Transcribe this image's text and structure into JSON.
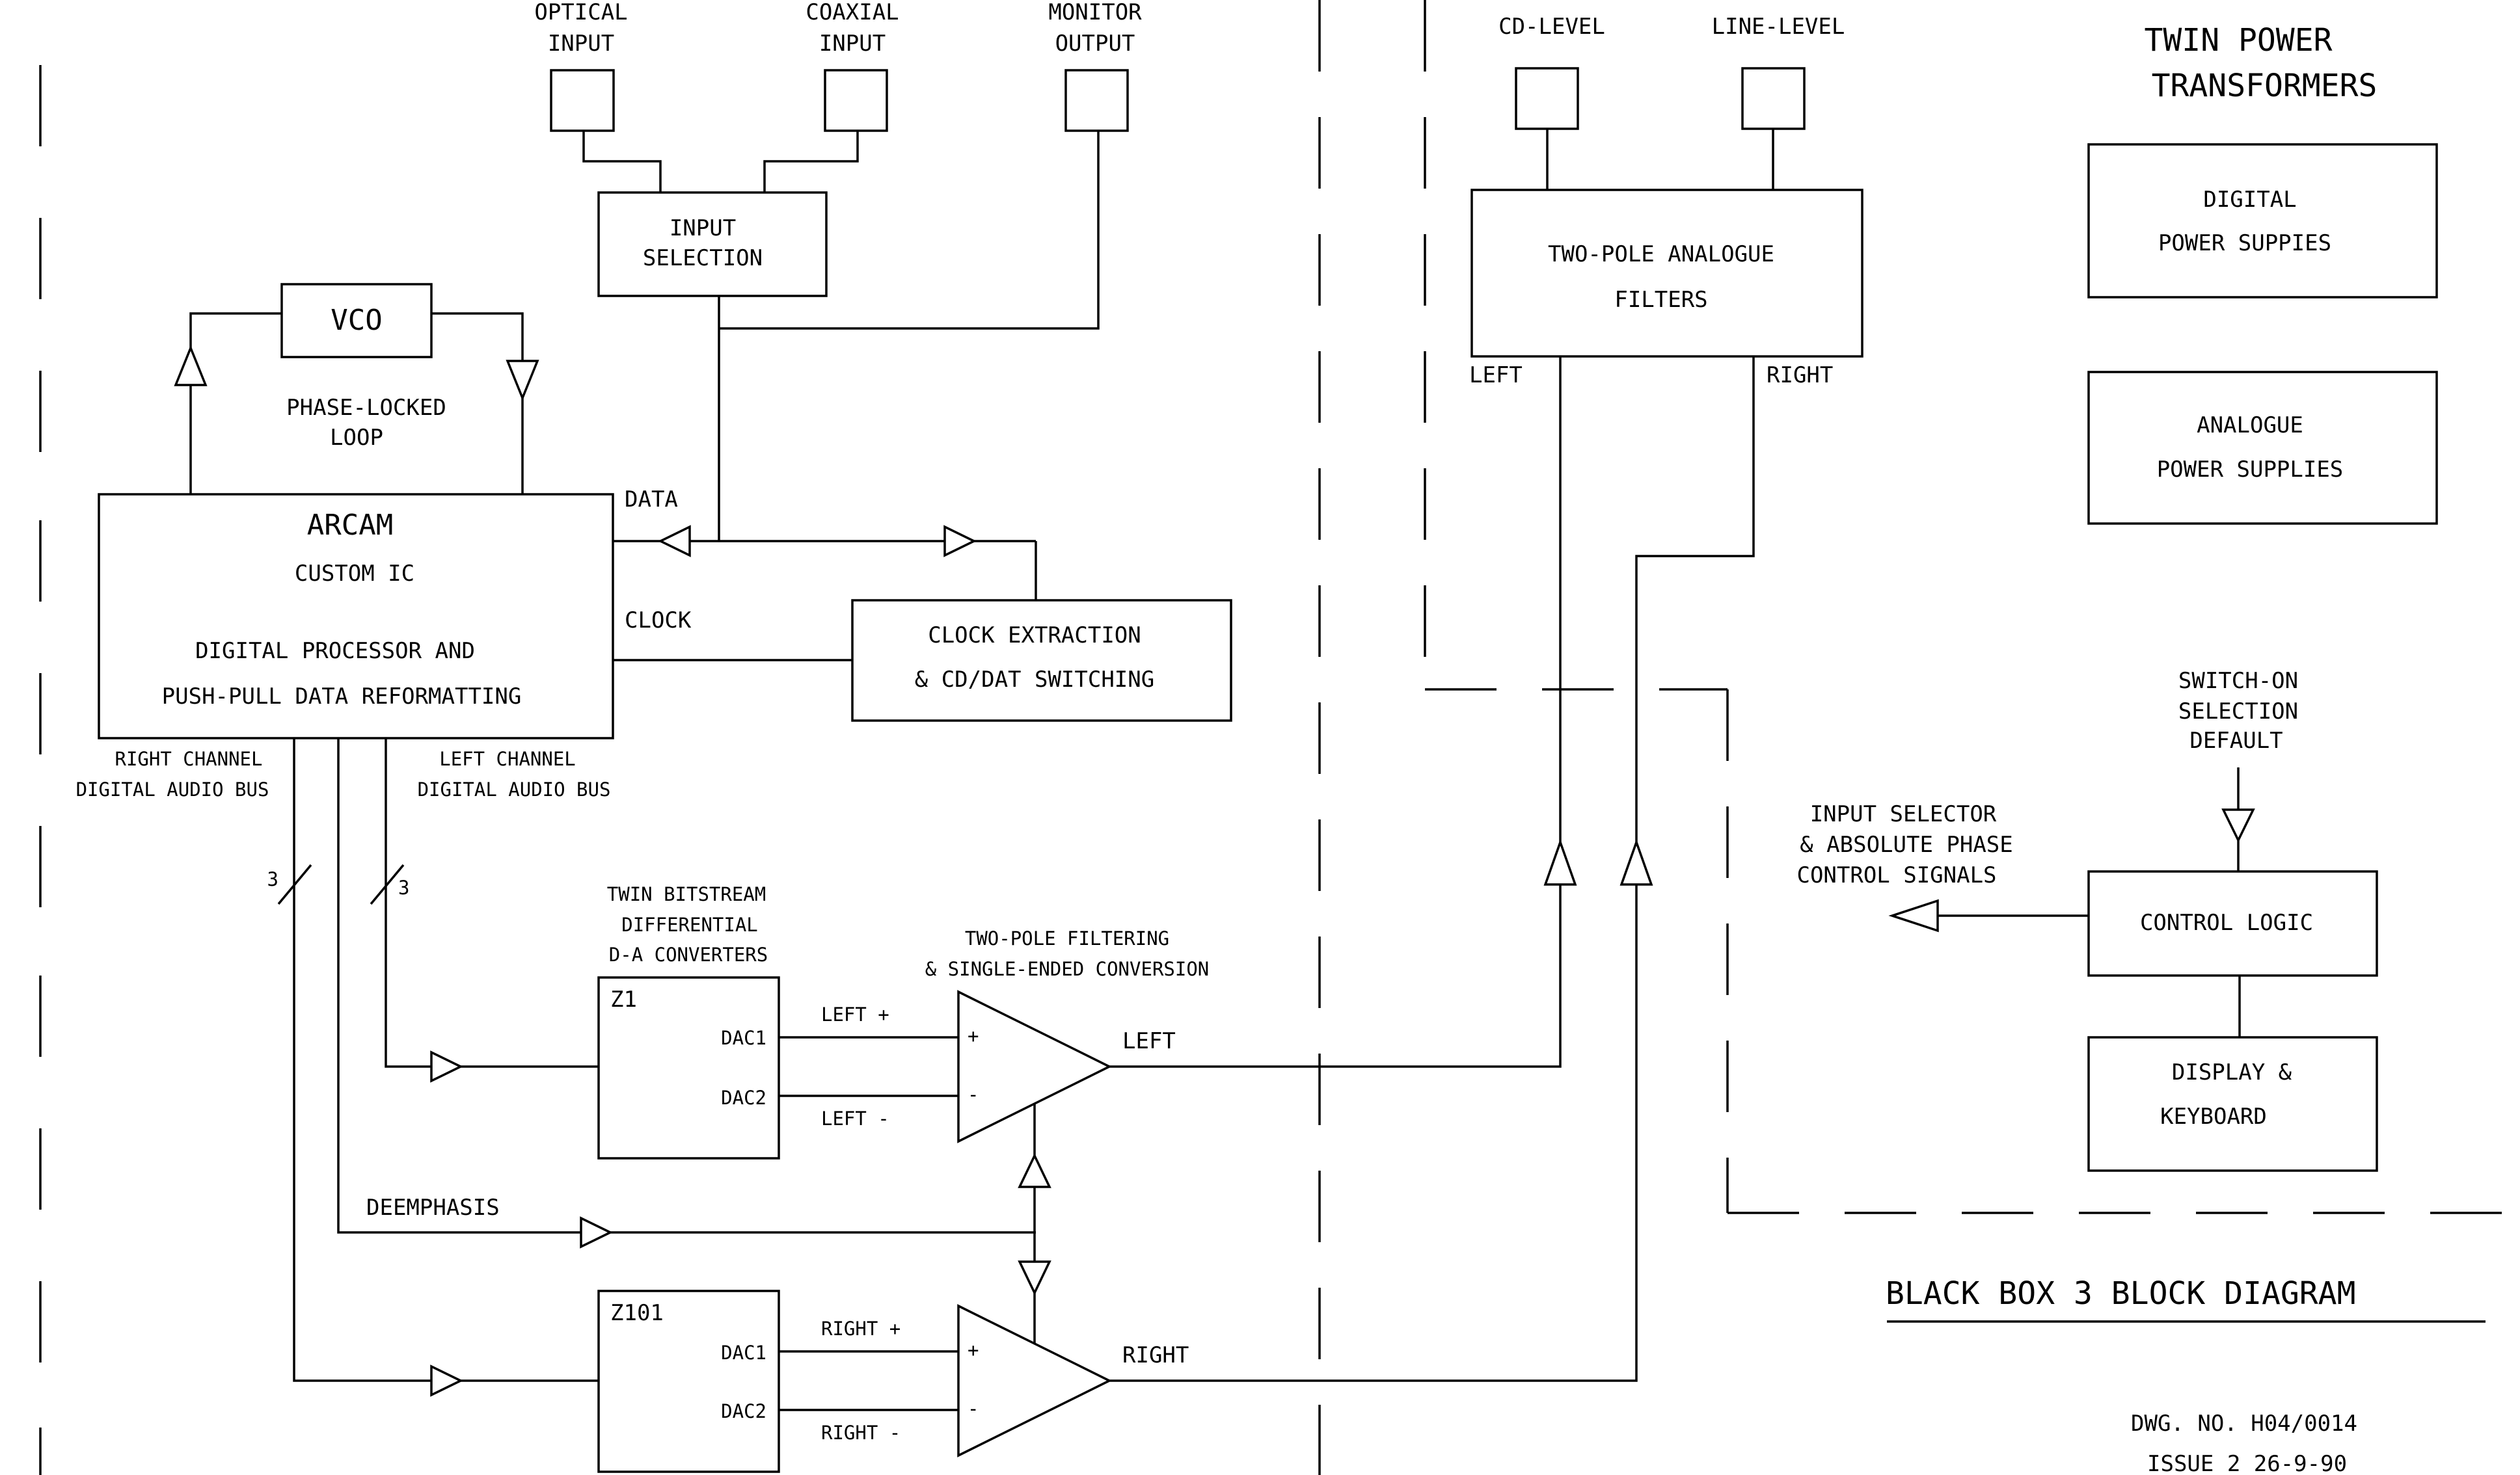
{
  "connectors": {
    "optical_input": [
      "OPTICAL",
      "INPUT"
    ],
    "coaxial_input": [
      "COAXIAL",
      "INPUT"
    ],
    "monitor_output": [
      "MONITOR",
      "OUTPUT"
    ],
    "cd_level": "CD-LEVEL",
    "line_level": "LINE-LEVEL"
  },
  "blocks": {
    "input_selection": [
      "INPUT",
      "SELECTION"
    ],
    "vco": "VCO",
    "pll": [
      "PHASE-LOCKED",
      "LOOP"
    ],
    "arcam": [
      "ARCAM",
      "CUSTOM IC",
      "DIGITAL PROCESSOR AND",
      "PUSH-PULL DATA REFORMATTING"
    ],
    "clock_extraction": [
      "CLOCK EXTRACTION",
      "& CD/DAT SWITCHING"
    ],
    "analogue_filters": [
      "TWO-POLE ANALOGUE",
      "FILTERS"
    ],
    "power_title": [
      "TWIN POWER",
      "TRANSFORMERS"
    ],
    "digital_power": [
      "DIGITAL",
      "POWER SUPPIES"
    ],
    "analogue_power": [
      "ANALOGUE",
      "POWER SUPPLIES"
    ],
    "switch_on": [
      "SWITCH-ON",
      "SELECTION",
      "DEFAULT"
    ],
    "control_logic": "CONTROL LOGIC",
    "display_keyboard": [
      "DISPLAY &",
      "KEYBOARD"
    ],
    "input_selector_signals": [
      "INPUT SELECTOR",
      "& ABSOLUTE PHASE",
      "CONTROL SIGNALS"
    ],
    "dac_group": [
      "TWIN BITSTREAM",
      "DIFFERENTIAL",
      "D-A CONVERTERS"
    ],
    "filtering_group": [
      "TWO-POLE FILTERING",
      "& SINGLE-ENDED CONVERSION"
    ],
    "z1": "Z1",
    "z101": "Z101",
    "dac1": "DAC1",
    "dac2": "DAC2"
  },
  "signals": {
    "data": "DATA",
    "clock": "CLOCK",
    "left": "LEFT",
    "right": "RIGHT",
    "left_plus": "LEFT +",
    "left_minus": "LEFT -",
    "right_plus": "RIGHT +",
    "right_minus": "RIGHT -",
    "deemphasis": "DEEMPHASIS",
    "right_bus": [
      "RIGHT CHANNEL",
      "DIGITAL AUDIO BUS"
    ],
    "left_bus": [
      "LEFT CHANNEL",
      "DIGITAL AUDIO BUS"
    ],
    "bus_width": "3",
    "plus": "+",
    "minus": "-"
  },
  "title_block": {
    "title": "BLACK BOX 3  BLOCK DIAGRAM",
    "drawing_number": "DWG. NO.  H04/0014",
    "issue": "ISSUE 2  26-9-90"
  }
}
